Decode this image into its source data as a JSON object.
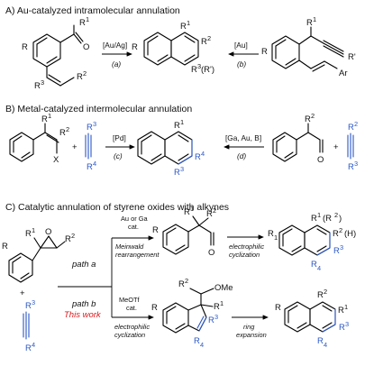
{
  "colors": {
    "ink": "#111111",
    "blue": "#2b57c6",
    "red": "#e1161b"
  },
  "sectionA": {
    "title": "A) Au-catalyzed intramolecular annulation",
    "reagent_left": "[Au/Ag]",
    "label_left": "(a)",
    "reagent_right": "[Au]",
    "label_right": "(b)",
    "sm1": {
      "R": "R",
      "R1": "R",
      "R1_sup": "1",
      "R2": "R",
      "R2_sup": "2",
      "R3": "R",
      "R3_sup": "3"
    },
    "product": {
      "R": "R",
      "R1": "R",
      "R1_sup": "1",
      "R2": "R",
      "R2_sup": "2",
      "R3": "R",
      "R3_sup": "3",
      "R3_alt": "(R')"
    },
    "sm2": {
      "R": "R",
      "R1": "R",
      "R1_sup": "1",
      "Rp": "R'",
      "Ar": "Ar"
    }
  },
  "sectionB": {
    "title": "B) Metal-catalyzed intermolecular annulation",
    "reagent_left": "[Pd]",
    "label_left": "(c)",
    "reagent_right": "[Ga, Au, B]",
    "label_right": "(d)",
    "plus": "+",
    "sm1": {
      "R1": "R",
      "R1_sup": "1",
      "R2": "R",
      "R2_sup": "2",
      "X": "X"
    },
    "alkyne": {
      "R3": "R",
      "R3_sup": "3",
      "R4": "R",
      "R4_sup": "4"
    },
    "product": {
      "R1": "R",
      "R1_sup": "1",
      "R4": "R",
      "R4_sup": "4",
      "R3": "R",
      "R3_sup": "3"
    },
    "sm2": {
      "R2": "R",
      "R2_sup": "2",
      "O": "O",
      "R3": "R",
      "R3_sup": "3"
    }
  },
  "sectionC": {
    "title": "C) Catalytic annulation of styrene oxides with alkynes",
    "path_a": "path a",
    "path_b": "path b",
    "this_work": "This work",
    "cat_a_line1": "Au or Ga",
    "cat_a_line2": "cat.",
    "meinwald_1": "Meinwald",
    "meinwald_2": "rearrangement",
    "cat_b_line1": "MeOTf",
    "cat_b_line2": "cat.",
    "electro_1": "electrophilic",
    "electro_2": "cyclization",
    "ring_1": "ring",
    "ring_2": "expansion",
    "plus": "+",
    "O": "O",
    "OMe": "OMe",
    "R": "R",
    "R1": "R",
    "R1_sup": "1",
    "R2": "R",
    "R2_sup": "2",
    "R3": "R",
    "R3_sup": "3",
    "R4": "R",
    "R4_sup": "4",
    "R2_paren": "(R",
    "R2_paren_sup": "2",
    "R2_paren_close": ")",
    "H_paren": "(H)"
  }
}
